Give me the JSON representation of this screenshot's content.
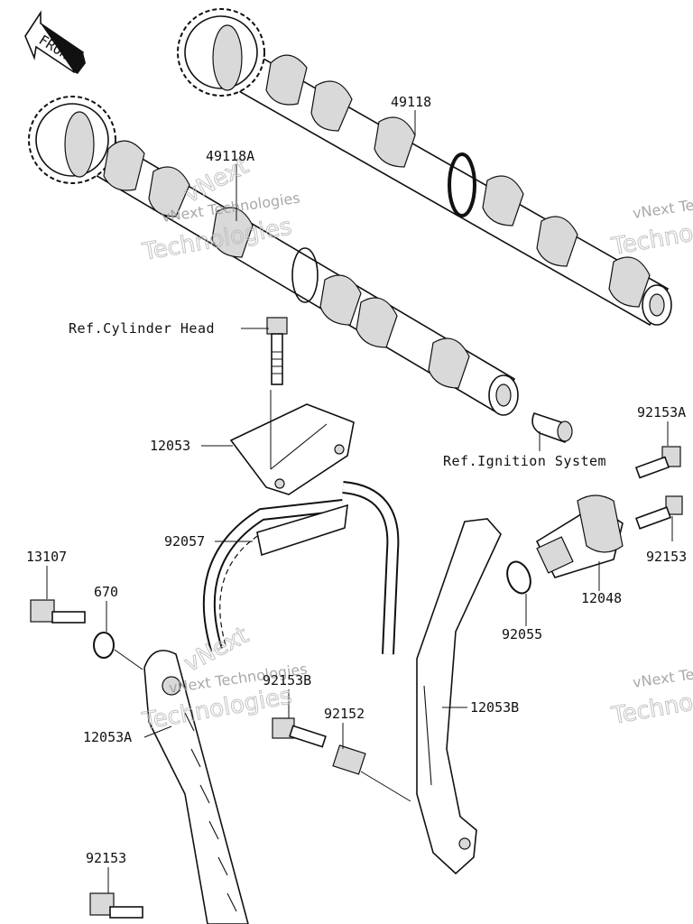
{
  "front_marker": {
    "text": "FRONT"
  },
  "labels": {
    "p49118": "49118",
    "p49118A": "49118A",
    "ref_cyl": "Ref.Cylinder Head",
    "p12053": "12053",
    "ref_ign": "Ref.Ignition System",
    "p92153A": "92153A",
    "p92153_r": "92153",
    "p12048": "12048",
    "p92057": "92057",
    "p13107": "13107",
    "p670": "670",
    "p92055": "92055",
    "p92153B": "92153B",
    "p12053B": "12053B",
    "p92152": "92152",
    "p12053A": "12053A",
    "p92153_b": "92153"
  },
  "watermark": {
    "small": "vNext Technologies",
    "small_r": "vNext Te",
    "big_a": "Technologies",
    "big_b": "Technologies",
    "big_r": "Techno",
    "vn": "vNext"
  }
}
